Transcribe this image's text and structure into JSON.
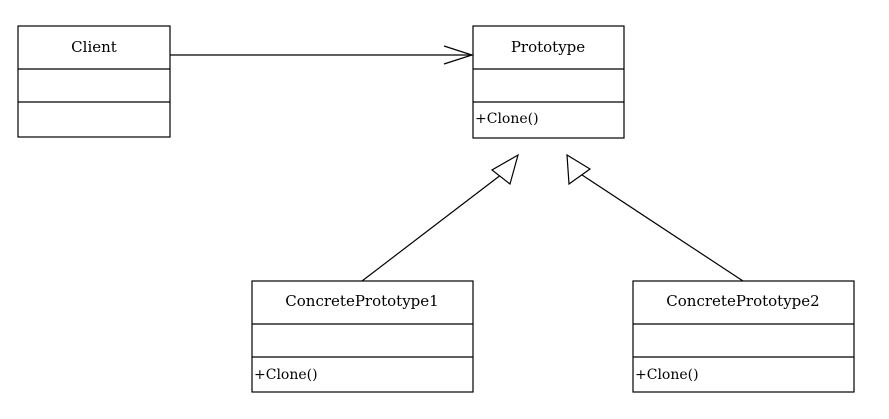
{
  "diagram": {
    "classes": {
      "client": {
        "name": "Client",
        "methods": []
      },
      "prototype": {
        "name": "Prototype",
        "methods": [
          "+Clone()"
        ]
      },
      "concrete1": {
        "name": "ConcretePrototype1",
        "methods": [
          "+Clone()"
        ]
      },
      "concrete2": {
        "name": "ConcretePrototype2",
        "methods": [
          "+Clone()"
        ]
      }
    },
    "relations": [
      {
        "from": "client",
        "to": "prototype",
        "kind": "association"
      },
      {
        "from": "concrete1",
        "to": "prototype",
        "kind": "generalization"
      },
      {
        "from": "concrete2",
        "to": "prototype",
        "kind": "generalization"
      }
    ]
  }
}
